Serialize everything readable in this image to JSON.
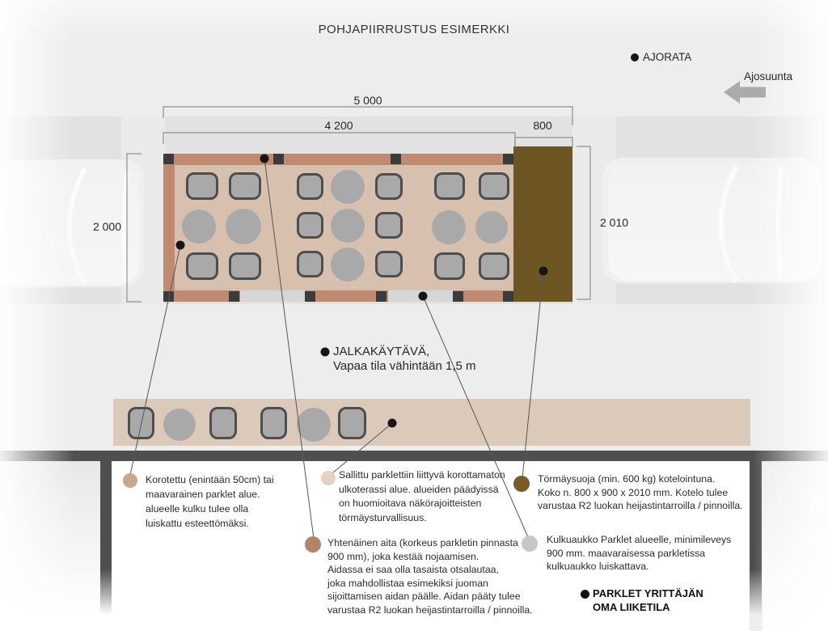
{
  "title": "POHJAPIIRRUSTUS ESIMERKKI",
  "road": {
    "label": "AJORATA",
    "direction_label": "Ajosuunta"
  },
  "dimensions": {
    "total_width": "5 000",
    "parklet_width": "4 200",
    "buffer_width": "800",
    "parklet_depth": "2 000",
    "buffer_depth": "2 010"
  },
  "sidewalk": {
    "lines": [
      "JALKAKÄYTÄVÄ,",
      "Vapaa tila vähintään 1,5 m"
    ]
  },
  "legend": {
    "items": [
      {
        "id": "raised-parklet-area",
        "color": "#c9a78e",
        "lines": [
          "Korotettu (enintään 50cm) tai",
          "maavarainen parklet alue.",
          "alueelle kulku tulee olla",
          "luiskattu esteettömäksi."
        ]
      },
      {
        "id": "ground-terrace-area",
        "color": "#e2d3c3",
        "lines": [
          "Sallittu parklettiin liittyvä korottamaton",
          "ulkoterassi alue. alueiden päädyissä",
          "on huomioitava näkörajoitteisten",
          "törmäysturvallisuus."
        ]
      },
      {
        "id": "crash-protection",
        "color": "#7a5a26",
        "lines": [
          "Törmäysuoja (min. 600 kg) kotelointuna.",
          "Koko n. 800 x 900 x 2010 mm. Kotelo tulee",
          "varustaa R2 luokan heijastintarroilla / pinnoilla."
        ]
      },
      {
        "id": "continuous-fence",
        "color": "#b3836a",
        "lines": [
          "Yhtenäinen aita (korkeus parkletin pinnasta",
          "900 mm), joka kestää nojaamisen.",
          "Aidassa ei saa olla tasaista otsalautaa,",
          "joka mahdollistaa esimekiksi juoman",
          "sijoittamisen aidan päälle. Aidan pääty tulee",
          "varustaa R2 luokan heijastintarroilla / pinnoilla."
        ]
      },
      {
        "id": "walk-opening",
        "color": "#c7c7c7",
        "lines": [
          "Kulkuaukko Parklet alueelle, minimileveys",
          "900 mm. maavaraisessa parkletissa",
          "kulkuaukko luiskattava."
        ]
      }
    ]
  },
  "owner_note": {
    "lines": [
      "PARKLET YRITTÄJÄN",
      "OMA LIIKETILA"
    ]
  },
  "colors": {
    "page_bg": "#ededed",
    "road": "#e2e2e2",
    "road_light": "#eaeaea",
    "car": "#f2f2f2",
    "car_patch": "#f0f0f0",
    "parklet_floor": "#d8c0ae",
    "fence": "#bf8a70",
    "fence_post": "#3b3b3b",
    "walk_gap": "#d6d6d6",
    "furniture": "#a9a9a9",
    "furniture_border": "#4e4e4e",
    "crash_box": "#6e5524",
    "terrace_band": "#dbcaba",
    "dark_bar": "#4f4f4f",
    "bracket": "#8f8f8f",
    "leader": "#555555",
    "arrow": "#ababab",
    "dot": "#161616",
    "text": "#262626"
  }
}
